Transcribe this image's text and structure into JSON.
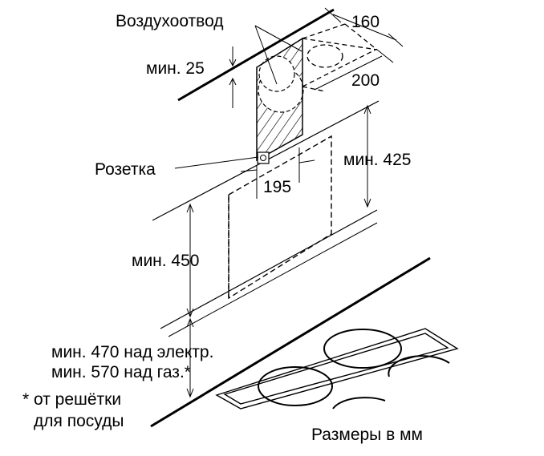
{
  "labels": {
    "air_duct": "Воздухоотвод",
    "dim_160": "160",
    "dim_200": "200",
    "min_25": "мин. 25",
    "socket": "Розетка",
    "dim_195": "195",
    "min_425": "мин. 425",
    "min_450": "мин. 450",
    "min_470_line": "мин. 470 над электр.",
    "min_570_line": "мин. 570 над газ.*",
    "footnote_line1": "* от решётки",
    "footnote_line2": "для посуды",
    "units": "Размеры в мм"
  }
}
